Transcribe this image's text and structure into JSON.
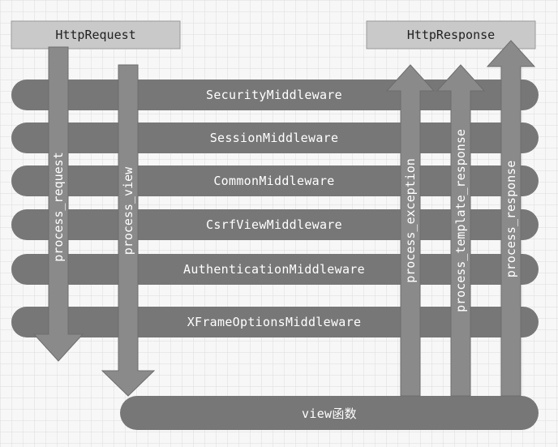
{
  "request_box": {
    "label": "HttpRequest"
  },
  "response_box": {
    "label": "HttpResponse"
  },
  "middlewares": [
    "SecurityMiddleware",
    "SessionMiddleware",
    "CommonMiddleware",
    "CsrfViewMiddleware",
    "AuthenticationMiddleware",
    "XFrameOptionsMiddleware"
  ],
  "view_bar": {
    "label": "view函数"
  },
  "arrows": {
    "process_request": "process_request",
    "process_view": "process_view",
    "process_exception": "process_exception",
    "process_template_response": "process_template_response",
    "process_response": "process_response"
  },
  "colors": {
    "bar": "#777777",
    "arrow": "#8a8a8a",
    "box": "#c9c9c9",
    "grid": "#dcdcdc",
    "background": "#f7f7f7"
  }
}
